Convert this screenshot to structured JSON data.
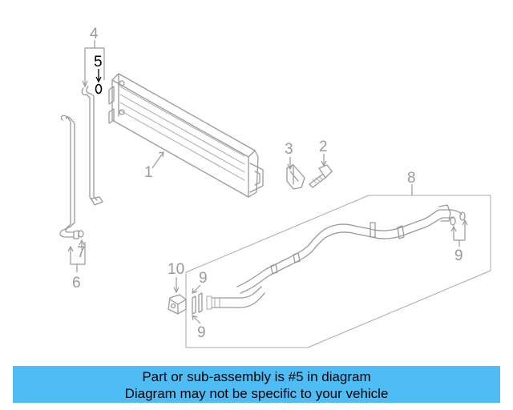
{
  "callouts": {
    "c1": "1",
    "c2": "2",
    "c3": "3",
    "c4": "4",
    "c5": "5",
    "c6": "6",
    "c7": "7",
    "c8": "8",
    "c9a": "9",
    "c9b": "9",
    "c9c": "9",
    "c10": "10"
  },
  "highlighted_part": "5",
  "colors": {
    "line_art": "#9a9a9a",
    "highlight": "#000000",
    "banner_bg": "#4fbdf5"
  },
  "banner": {
    "line1": "Part or sub-assembly is #5 in diagram",
    "line2": "Diagram may not be specific to your vehicle"
  }
}
